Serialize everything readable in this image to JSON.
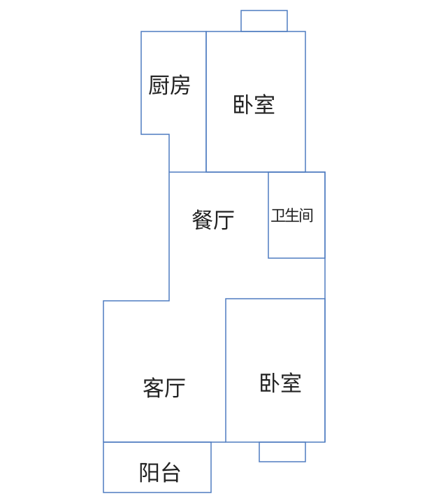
{
  "title": "Floor plan",
  "line_color": "#4f7cc0",
  "rooms": {
    "kitchen": "厨房",
    "bedroom_top": "卧室",
    "dining": "餐厅",
    "bathroom": "卫生间",
    "living": "客厅",
    "bedroom_bottom": "卧室",
    "balcony": "阳台"
  }
}
